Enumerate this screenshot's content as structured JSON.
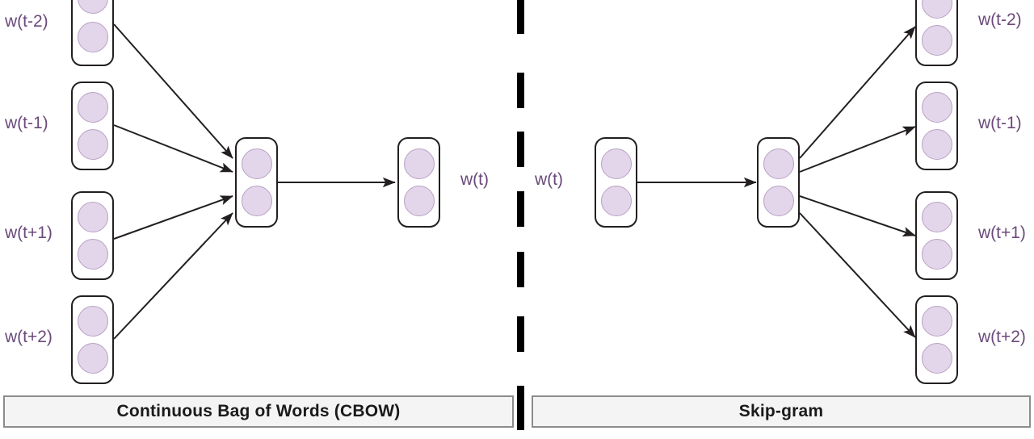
{
  "diagram": {
    "title_left": "Continuous Bag of Words (CBOW)",
    "title_right": "Skip-gram",
    "colors": {
      "unit_fill": "#e3d5ea",
      "unit_stroke": "#b9a2c4",
      "box_stroke": "#231f20",
      "label_text": "#6b4a7b",
      "arrow": "#231f20",
      "caption_bg": "#f4f4f4",
      "caption_border": "#8c8c8c",
      "divider": "#000000"
    }
  },
  "cbow": {
    "caption": "Continuous Bag of Words (CBOW)",
    "input_labels": [
      "w(t-2)",
      "w(t-1)",
      "w(t+1)",
      "w(t+2)"
    ],
    "hidden_label": "",
    "output_label": "w(t)",
    "units_per_box": 2,
    "direction": "context-to-target"
  },
  "skipgram": {
    "caption": "Skip-gram",
    "input_label": "w(t)",
    "hidden_label": "",
    "output_labels": [
      "w(t-2)",
      "w(t-1)",
      "w(t+1)",
      "w(t+2)"
    ],
    "units_per_box": 2,
    "direction": "target-to-context"
  }
}
